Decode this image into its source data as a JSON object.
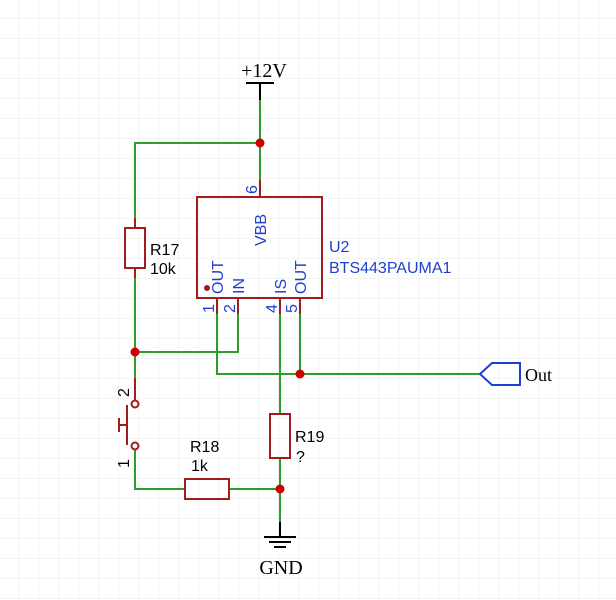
{
  "colors": {
    "wire": "#2e9d2e",
    "part": "#a11c1c",
    "pin_text": "#1f3fd1",
    "label": "#000000",
    "junction": "#cc0000",
    "grid": "#e9e9e9"
  },
  "power": {
    "vcc_label": "+12V",
    "gnd_label": "GND"
  },
  "components": {
    "r17": {
      "ref": "R17",
      "value": "10k"
    },
    "r18": {
      "ref": "R18",
      "value": "1k"
    },
    "r19": {
      "ref": "R19",
      "value": "?"
    },
    "sw": {
      "pin2": "2",
      "pin1": "1"
    },
    "u2": {
      "ref": "U2",
      "part": "BTS443PAUMA1",
      "pins": {
        "vbb_name": "VBB",
        "vbb_num": "6",
        "out1_name": "OUT",
        "out1_num": "1",
        "in_name": "IN",
        "in_num": "2",
        "is_name": "IS",
        "is_num": "4",
        "out5_name": "OUT",
        "out5_num": "5"
      }
    }
  },
  "net_labels": {
    "out": "Out"
  }
}
